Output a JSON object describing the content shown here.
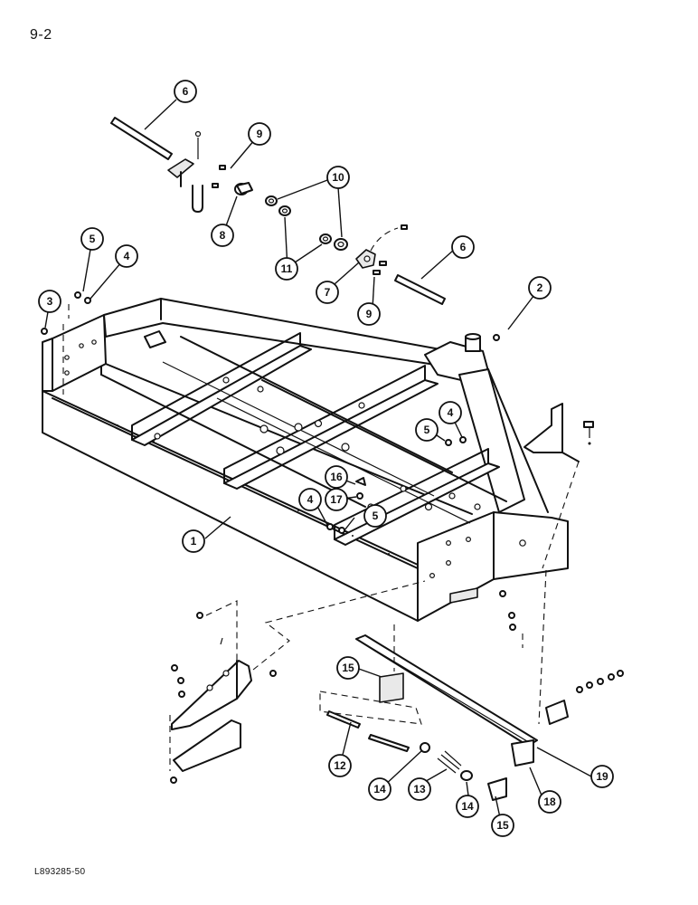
{
  "page_number": "9-2",
  "reference_code": "L893285-50",
  "callouts": [
    {
      "label": "1"
    },
    {
      "label": "2"
    },
    {
      "label": "3"
    },
    {
      "label": "4"
    },
    {
      "label": "4"
    },
    {
      "label": "4"
    },
    {
      "label": "5"
    },
    {
      "label": "5"
    },
    {
      "label": "5"
    },
    {
      "label": "6"
    },
    {
      "label": "6"
    },
    {
      "label": "7"
    },
    {
      "label": "8"
    },
    {
      "label": "9"
    },
    {
      "label": "9"
    },
    {
      "label": "10"
    },
    {
      "label": "11"
    },
    {
      "label": "12"
    },
    {
      "label": "13"
    },
    {
      "label": "14"
    },
    {
      "label": "14"
    },
    {
      "label": "15"
    },
    {
      "label": "15"
    },
    {
      "label": "16"
    },
    {
      "label": "17"
    },
    {
      "label": "18"
    },
    {
      "label": "19"
    }
  ]
}
